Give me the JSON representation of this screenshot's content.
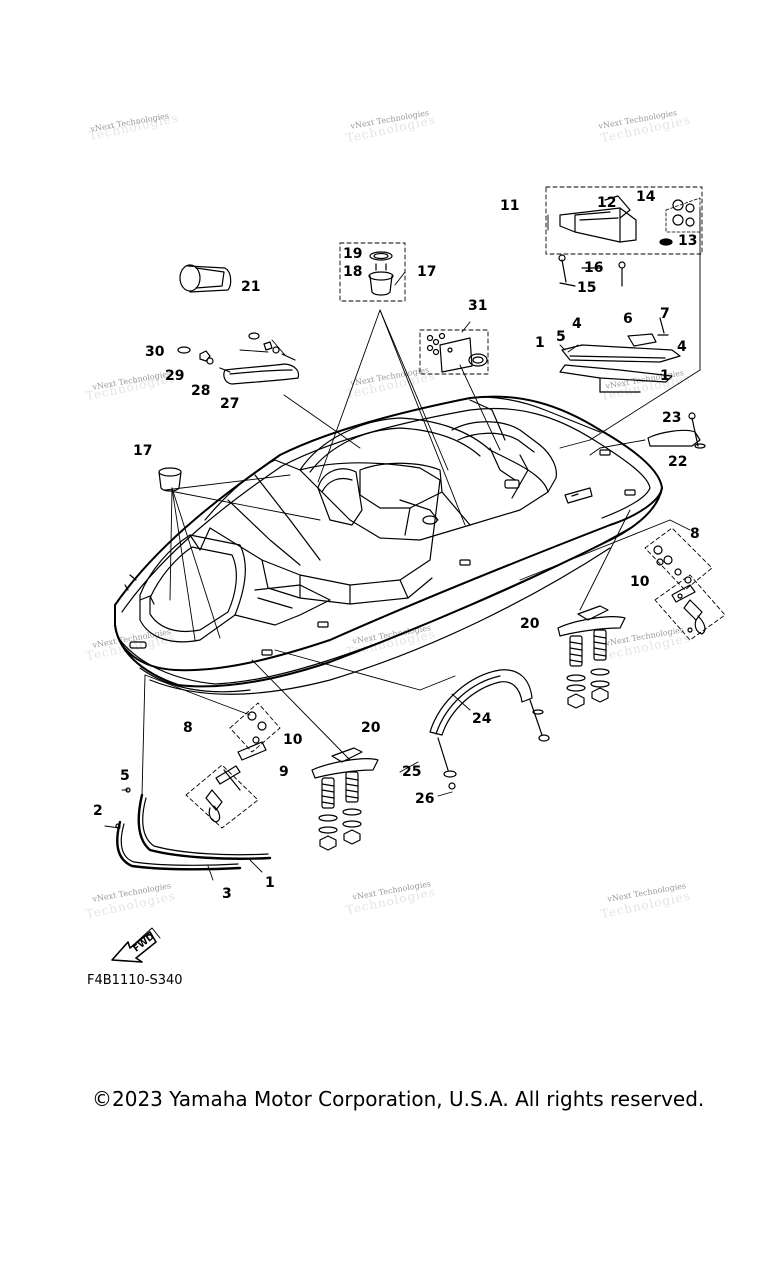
{
  "watermark": {
    "text": "vNext Technologies",
    "ghost_text": "Technologies"
  },
  "callouts": {
    "c1": "1",
    "c2": "2",
    "c3": "3",
    "c4": "4",
    "c5": "5",
    "c7": "7",
    "c8": "8",
    "c9": "9",
    "c10": "10",
    "c11": "11",
    "c12": "12",
    "c13": "13",
    "c14": "14",
    "c15": "15",
    "c16": "16",
    "c17": "17",
    "c18": "18",
    "c19": "19",
    "c20": "20",
    "c21": "21",
    "c22": "22",
    "c23": "23",
    "c24": "24",
    "c25": "25",
    "c26": "26",
    "c27": "27",
    "c28": "28",
    "c29": "29",
    "c30": "30",
    "c31": "31",
    "c6": "6"
  },
  "fwd_label": "FWD",
  "drawing_code": "F4B1110-S340",
  "copyright": "©2023 Yamaha Motor Corporation, U.S.A. All rights reserved."
}
